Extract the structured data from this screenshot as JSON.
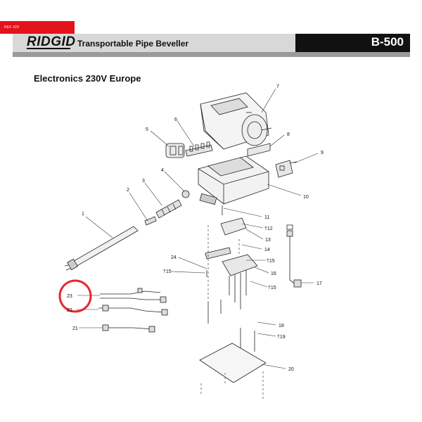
{
  "header": {
    "ref_tag": "REF #23",
    "brand": "RIDGID",
    "title": "Transportable Pipe Beveller",
    "model": "B-500"
  },
  "section_title": "Electronics 230V Europe",
  "parts": [
    {
      "label": "1"
    },
    {
      "label": "2"
    },
    {
      "label": "3"
    },
    {
      "label": "4"
    },
    {
      "label": "5"
    },
    {
      "label": "6"
    },
    {
      "label": "7"
    },
    {
      "label": "8"
    },
    {
      "label": "9"
    },
    {
      "label": "10"
    },
    {
      "label": "11"
    },
    {
      "label": "†12"
    },
    {
      "label": "13"
    },
    {
      "label": "14"
    },
    {
      "label": "†15"
    },
    {
      "label": "†15"
    },
    {
      "label": "16"
    },
    {
      "label": "17"
    },
    {
      "label": "†15"
    },
    {
      "label": "18"
    },
    {
      "label": "†19"
    },
    {
      "label": "20"
    },
    {
      "label": "21"
    },
    {
      "label": "22"
    },
    {
      "label": "23"
    },
    {
      "label": "24"
    }
  ],
  "highlight": {
    "color": "#e3121b"
  }
}
